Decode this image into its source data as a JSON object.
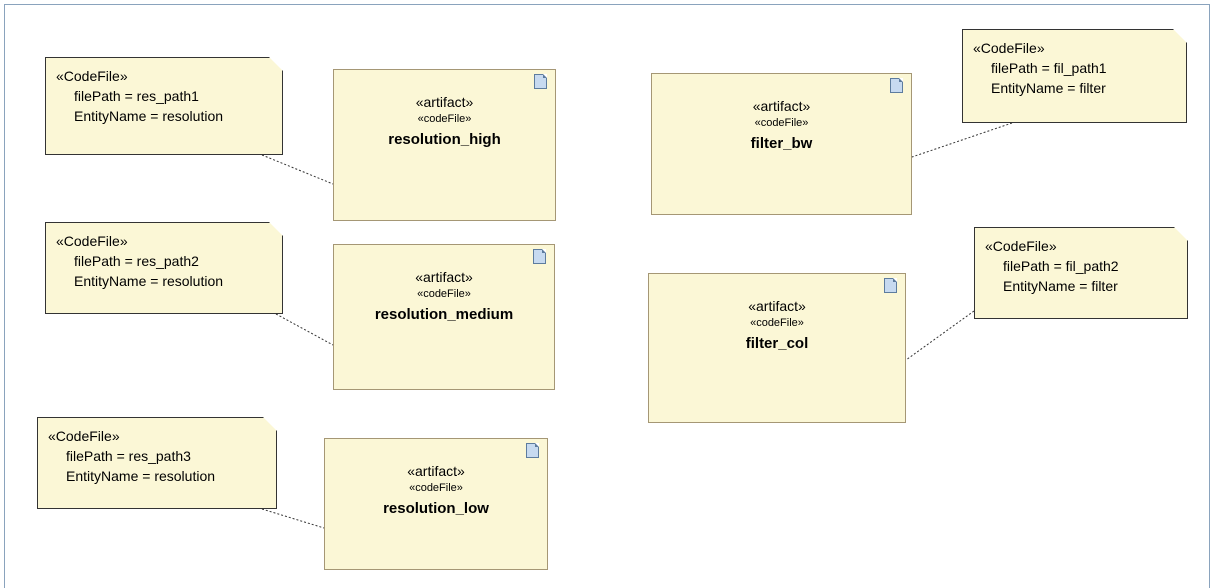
{
  "artifacts": [
    {
      "stereo1": "«artifact»",
      "stereo2": "«codeFile»",
      "name": "resolution_high"
    },
    {
      "stereo1": "«artifact»",
      "stereo2": "«codeFile»",
      "name": "resolution_medium"
    },
    {
      "stereo1": "«artifact»",
      "stereo2": "«codeFile»",
      "name": "resolution_low"
    },
    {
      "stereo1": "«artifact»",
      "stereo2": "«codeFile»",
      "name": "filter_bw"
    },
    {
      "stereo1": "«artifact»",
      "stereo2": "«codeFile»",
      "name": "filter_col"
    }
  ],
  "notes": [
    {
      "stereo": "«CodeFile»",
      "filepath": "filePath = res_path1",
      "entity": "EntityName = resolution"
    },
    {
      "stereo": "«CodeFile»",
      "filepath": "filePath = res_path2",
      "entity": "EntityName = resolution"
    },
    {
      "stereo": "«CodeFile»",
      "filepath": "filePath = res_path3",
      "entity": "EntityName = resolution"
    },
    {
      "stereo": "«CodeFile»",
      "filepath": "filePath = fil_path1",
      "entity": "EntityName = filter"
    },
    {
      "stereo": "«CodeFile»",
      "filepath": "filePath = fil_path2",
      "entity": "EntityName = filter"
    }
  ],
  "colors": {
    "element_fill": "#fbf7d6",
    "element_border": "#a59775",
    "note_border": "#333333",
    "frame_border": "#8aa3bd",
    "doc_icon_fill": "#c7daf0"
  }
}
